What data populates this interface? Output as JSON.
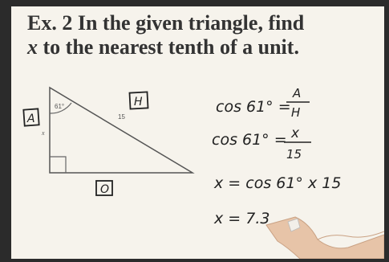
{
  "title": {
    "prefix": "Ex. 2  In the given triangle, find",
    "variable": "x",
    "rest": " to the nearest tenth of a unit."
  },
  "triangle": {
    "label_A": "A",
    "label_H": "H",
    "label_O": "O",
    "angle": "61°",
    "hypotenuse": "15",
    "side_x": "x"
  },
  "work": {
    "line1_left": "cos 61° =",
    "line1_num": "A",
    "line1_den": "H",
    "line2_left": "cos 61° =",
    "line2_num": "x",
    "line2_den": "15",
    "line3": "x = cos 61° x 15",
    "line4": "x = 7.3"
  }
}
